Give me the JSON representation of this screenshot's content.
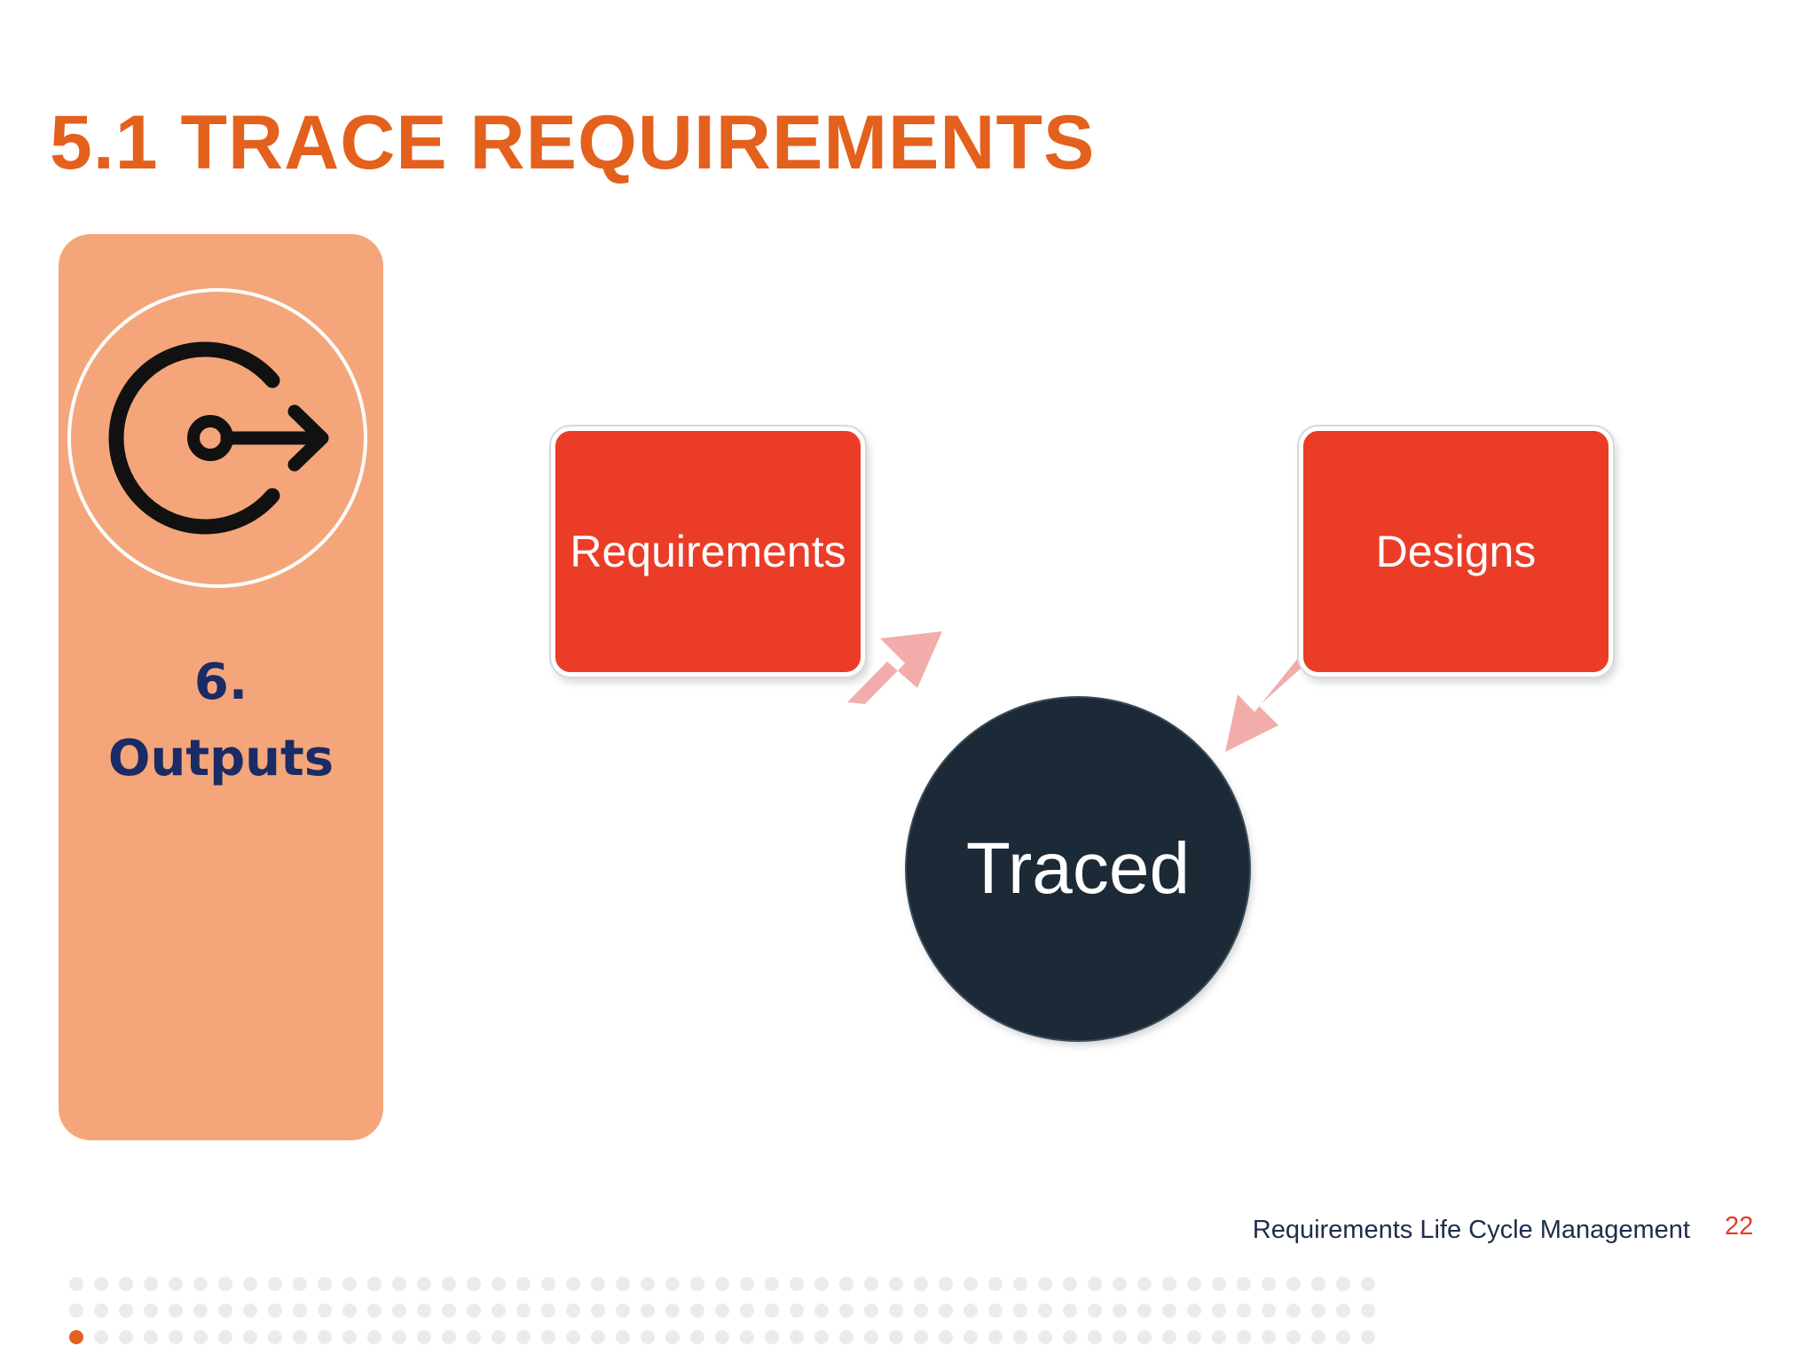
{
  "slide": {
    "title": "5.1 TRACE REQUIREMENTS",
    "footer_text": "Requirements Life Cycle Management",
    "page_number": "22"
  },
  "side_panel": {
    "icon": "output-arrow-icon",
    "step_number": "6.",
    "step_label": "Outputs"
  },
  "diagram": {
    "nodes": {
      "requirements": "Requirements",
      "designs": "Designs",
      "traced": "Traced"
    },
    "edges": [
      {
        "from": "requirements",
        "to": "traced"
      },
      {
        "from": "designs",
        "to": "traced"
      }
    ]
  },
  "colors": {
    "title": "#e4601d",
    "panel": "#f4a67a",
    "panel_text": "#1a2b66",
    "node_box": "#eb3c27",
    "node_circle": "#1b2a36",
    "arrow": "#f2adab",
    "footer_text": "#1f2d4a",
    "page_number": "#e53b26",
    "dot": "#ebebeb",
    "dot_active": "#e4601d"
  }
}
